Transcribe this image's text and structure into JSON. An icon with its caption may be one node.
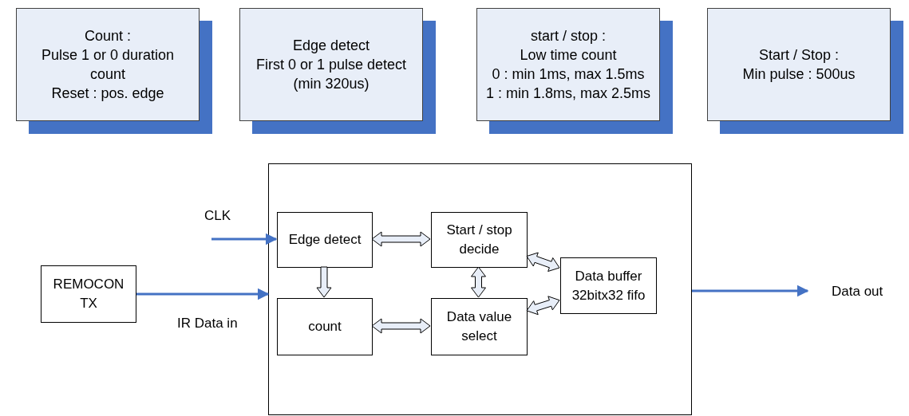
{
  "diagram": {
    "nodes": [
      {
        "text": [
          "Count :",
          "Pulse 1 or 0 duration count",
          "Reset : pos. edge"
        ]
      },
      {
        "text": [
          "Edge detect",
          "First 0 or 1 pulse detect",
          "(min 320us)"
        ]
      },
      {
        "text": [
          "start / stop :",
          "Low time count",
          "0 : min 1ms, max 1.5ms",
          "1 : min 1.8ms, max 2.5ms"
        ]
      },
      {
        "text": [
          "Start / Stop :",
          "Min pulse : 500us"
        ]
      },
      {
        "text": [
          "REMOCON TX"
        ]
      },
      {
        "text": [],
        "shape": "box"
      },
      {
        "text": [
          "Edge detect"
        ],
        "in": 5
      },
      {
        "text": [
          "Start / stop decide"
        ],
        "in": 5
      },
      {
        "text": [
          "count"
        ],
        "in": 5
      },
      {
        "text": [
          "Data value select"
        ],
        "in": 5
      },
      {
        "text": [
          "Data buffer 32bitx32 fifo"
        ],
        "in": 5
      }
    ],
    "edges": [
      {
        "from": null,
        "to": 6,
        "arrow": "to",
        "label": "CLK",
        "color": "#4472c4"
      },
      {
        "from": 4,
        "to": 5,
        "arrow": "to",
        "label": "IR Data in",
        "color": "#4472c4"
      },
      {
        "from": 5,
        "to": null,
        "arrow": "to",
        "label": "Data out",
        "color": "#4472c4"
      },
      {
        "from": 6,
        "to": 7,
        "arrow": "both"
      },
      {
        "from": 6,
        "to": 8,
        "arrow": "to"
      },
      {
        "from": 7,
        "to": 9,
        "arrow": "both"
      },
      {
        "from": 8,
        "to": 9,
        "arrow": "both"
      },
      {
        "from": 7,
        "to": 10,
        "arrow": "both"
      },
      {
        "from": 9,
        "to": 10,
        "arrow": "both"
      }
    ]
  }
}
